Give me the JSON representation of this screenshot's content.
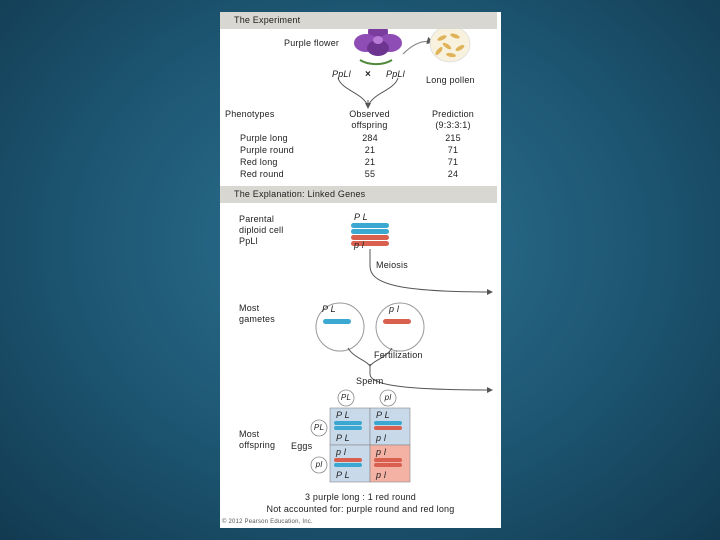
{
  "experiment": {
    "header": "The Experiment",
    "flower_label": "Purple flower",
    "parent_left": "PpLl",
    "cross_symbol": "×",
    "parent_right": "PpLl",
    "pollen_label": "Long pollen"
  },
  "results": {
    "phenotypes_header": "Phenotypes",
    "observed_header": "Observed offspring",
    "prediction_header": "Prediction (9:3:3:1)",
    "rows": [
      {
        "phenotype": "Purple long",
        "observed": "284",
        "predicted": "215"
      },
      {
        "phenotype": "Purple round",
        "observed": "21",
        "predicted": "71"
      },
      {
        "phenotype": "Red long",
        "observed": "21",
        "predicted": "71"
      },
      {
        "phenotype": "Red round",
        "observed": "55",
        "predicted": "24"
      }
    ]
  },
  "explanation": {
    "header": "The Explanation: Linked Genes",
    "parental_label": "Parental diploid cell PpLl",
    "chrom_top": "P L",
    "chrom_bottom": "p l",
    "meiosis": "Meiosis",
    "gametes_label": "Most gametes",
    "gamete_left": "P L",
    "gamete_right": "p l",
    "fertilization": "Fertilization",
    "sperm_label": "Sperm",
    "sperm_left": "PL",
    "sperm_right": "pl",
    "offspring_label": "Most offspring",
    "eggs_label": "Eggs",
    "egg_top": "PL",
    "egg_bottom": "pl",
    "grid": [
      [
        "P L",
        "P L",
        "P L",
        "p l"
      ],
      [
        "p l",
        "P L",
        "p l",
        "p l"
      ]
    ],
    "result_line": "3 purple long : 1 red round",
    "not_accounted": "Not accounted for: purple round and red long"
  },
  "copyright": "© 2012 Pearson Education, Inc.",
  "colors": {
    "dominant": "#3aa8d0",
    "recessive": "#d9604f",
    "header": "#d9d7d1"
  }
}
